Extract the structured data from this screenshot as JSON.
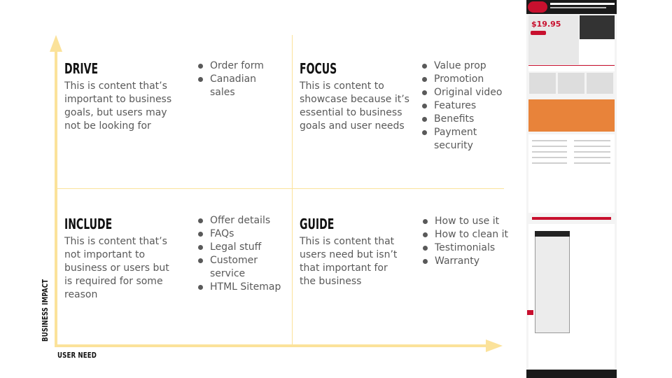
{
  "axes": {
    "x_label": "USER NEED",
    "y_label": "BUSINESS IMPACT"
  },
  "quadrants": {
    "drive": {
      "title": "DRIVE",
      "description": "This is content that’s important to business goals, but users may not be looking for",
      "items": [
        "Order form",
        "Canadian sales"
      ]
    },
    "focus": {
      "title": "FOCUS",
      "description": "This is content to showcase because it’s essential to business goals and user needs",
      "items": [
        "Value prop",
        "Promotion",
        "Original video",
        "Features",
        "Benefits",
        "Payment security"
      ]
    },
    "include": {
      "title": "INCLUDE",
      "description": "This is content that’s not important to business or users but is required for some reason",
      "items": [
        "Offer details",
        "FAQs",
        "Legal stuff",
        "Customer service",
        "HTML Sitemap"
      ]
    },
    "guide": {
      "title": "GUIDE",
      "description": "This is content that users need but isn’t that important for the business",
      "items": [
        "How to use it",
        "How to clean it",
        "Testimonials",
        "Warranty"
      ]
    }
  },
  "webpage_thumbnail": {
    "price": "$19.95"
  },
  "colors": {
    "axis": "#fbe29a",
    "title_text": "#111111",
    "body_text": "#595959",
    "brand_red": "#c8102e"
  }
}
